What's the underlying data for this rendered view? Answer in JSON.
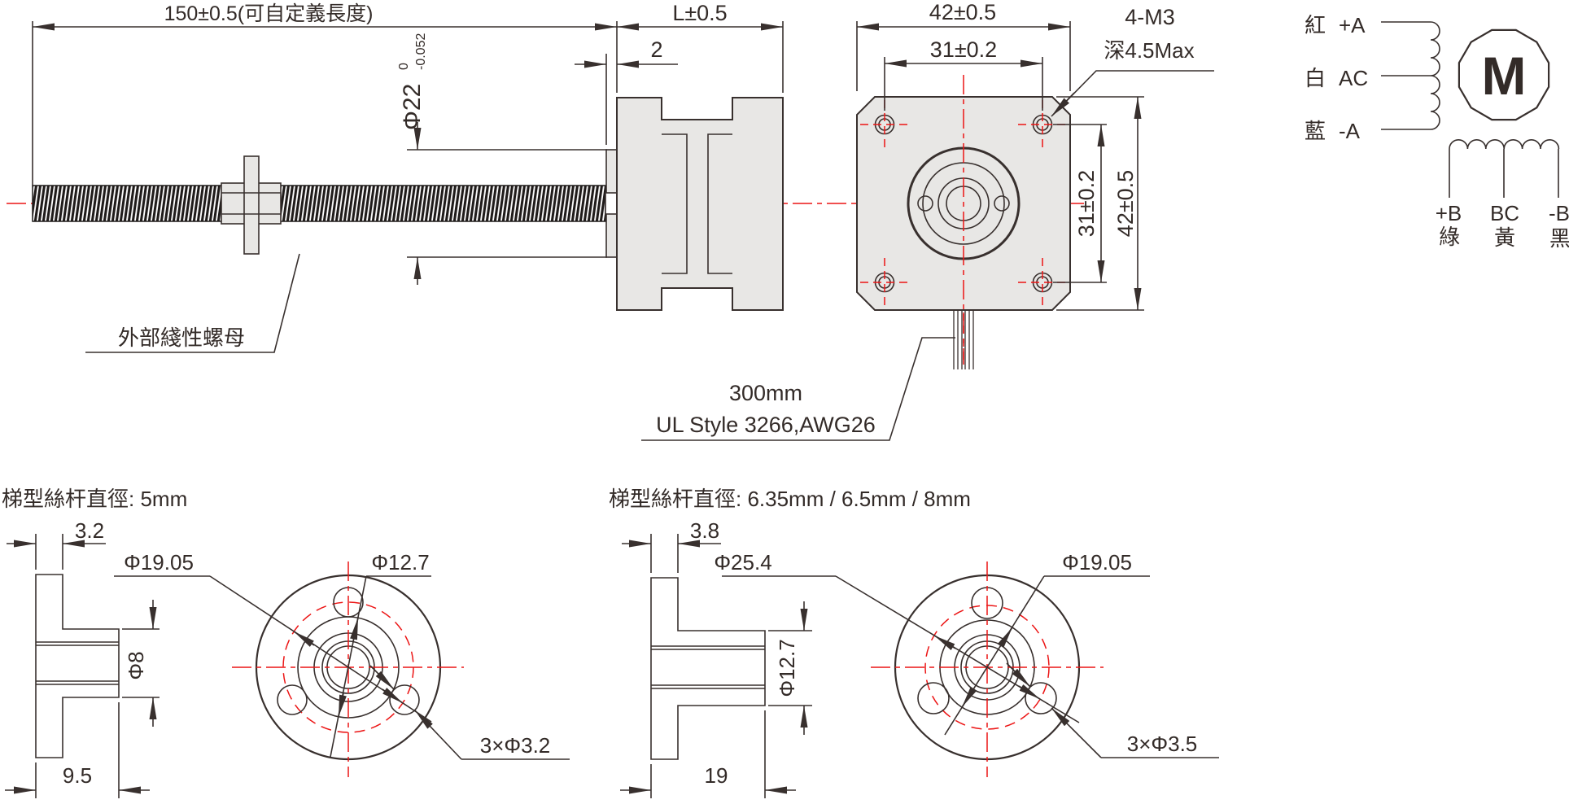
{
  "top": {
    "screw_len": "150±0.5(可自定義長度)",
    "motor_len": "L±0.5",
    "boss_thk": "2",
    "boss_dia": "Φ22",
    "tol_hi": "0",
    "tol_lo": "-0.052",
    "nut_label": "外部綫性螺母",
    "face_w": "42±0.5",
    "holes_h": "31±0.2",
    "holes_v": "31±0.2",
    "face_h": "42±0.5",
    "tap": "4-M3",
    "tap_depth": "深4.5Max",
    "cable_len": "300mm",
    "cable_spec": "UL Style 3266,AWG26"
  },
  "wiring": {
    "a": [
      {
        "w": "紅",
        "t": "+A"
      },
      {
        "w": "白",
        "t": "AC"
      },
      {
        "w": "藍",
        "t": "-A"
      }
    ],
    "m": "M",
    "b": [
      {
        "t": "+B",
        "w": "綠"
      },
      {
        "t": "BC",
        "w": "黃"
      },
      {
        "t": "-B",
        "w": "黑"
      }
    ]
  },
  "nut5": {
    "title": "梯型絲杆直徑: 5mm",
    "flange_thk": "3.2",
    "flange_dia": "Φ19.05",
    "pilot_dia": "Φ12.7",
    "body_dia": "Φ8",
    "length": "9.5",
    "holes": "3×Φ3.2"
  },
  "nut8": {
    "title": "梯型絲杆直徑: 6.35mm / 6.5mm / 8mm",
    "flange_thk": "3.8",
    "flange_dia": "Φ25.4",
    "pilot_dia": "Φ19.05",
    "body_dia": "Φ12.7",
    "length": "19",
    "holes": "3×Φ3.5"
  },
  "colors": {
    "line": "#38302e",
    "red": "#ec1515",
    "part_fill": "#e8e7e5"
  }
}
